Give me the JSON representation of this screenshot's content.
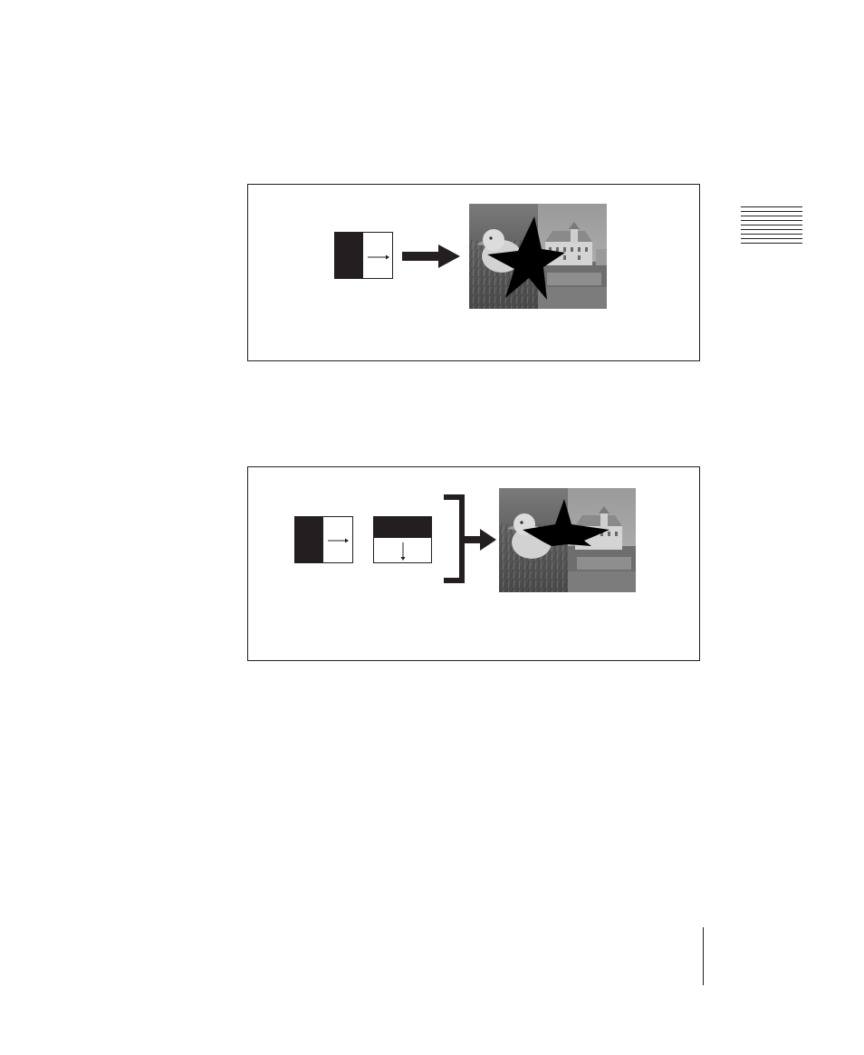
{
  "figures": [
    {
      "id": "single-wipe",
      "wipe_patterns": [
        {
          "shape": "left-to-right wipe",
          "direction": "right"
        }
      ],
      "combine": "arrow",
      "result": {
        "key_shape": "star",
        "background": "chick",
        "foreground": "chateau"
      }
    },
    {
      "id": "combined-wipe",
      "wipe_patterns": [
        {
          "shape": "left-to-right wipe",
          "direction": "right"
        },
        {
          "shape": "top-to-bottom wipe",
          "direction": "down"
        }
      ],
      "combine": "bracket-arrow",
      "result": {
        "key_shape": "star",
        "background": "chick",
        "foreground": "chateau"
      }
    }
  ],
  "colors": {
    "ink": "#231f20",
    "photo_dark": "#5a5a5a",
    "photo_mid": "#8a8a8a",
    "photo_light": "#c8c8c8"
  }
}
